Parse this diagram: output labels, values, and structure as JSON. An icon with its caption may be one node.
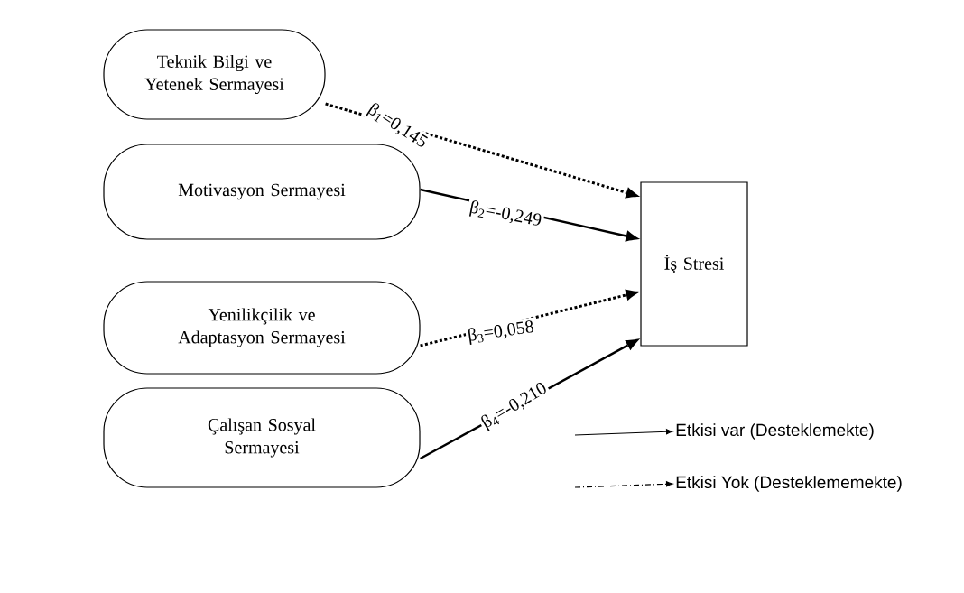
{
  "diagram": {
    "nodes": [
      {
        "text": [
          "Teknik Bilgi ve Yetenek Sermayesi"
        ]
      },
      {
        "text": [
          "Motivasyon Sermayesi"
        ]
      },
      {
        "text": [
          "Yenilikçilik ve Adaptasyon Sermayesi"
        ]
      },
      {
        "text": [
          "Çalışan Sosyal Sermayesi"
        ]
      },
      {
        "text": [
          "İş Stresi"
        ]
      }
    ],
    "edges": [
      {
        "from": 0,
        "to": 4,
        "arrow": "to",
        "style": "dashed",
        "label": "β$_{1}$=0,145"
      },
      {
        "from": 1,
        "to": 4,
        "arrow": "to",
        "label": "β$_{2}$=-0,249"
      },
      {
        "from": 2,
        "to": 4,
        "arrow": "to",
        "style": "dashed",
        "label": "β$_{3}$=0,058"
      },
      {
        "from": 3,
        "to": 4,
        "arrow": "to",
        "label": "β$_{4}$=-0,210"
      }
    ],
    "legend": [
      {
        "text": "Etkisi var (Desteklemekte)"
      },
      {
        "text": "Etkisi Yok (Desteklememekte)"
      }
    ]
  }
}
